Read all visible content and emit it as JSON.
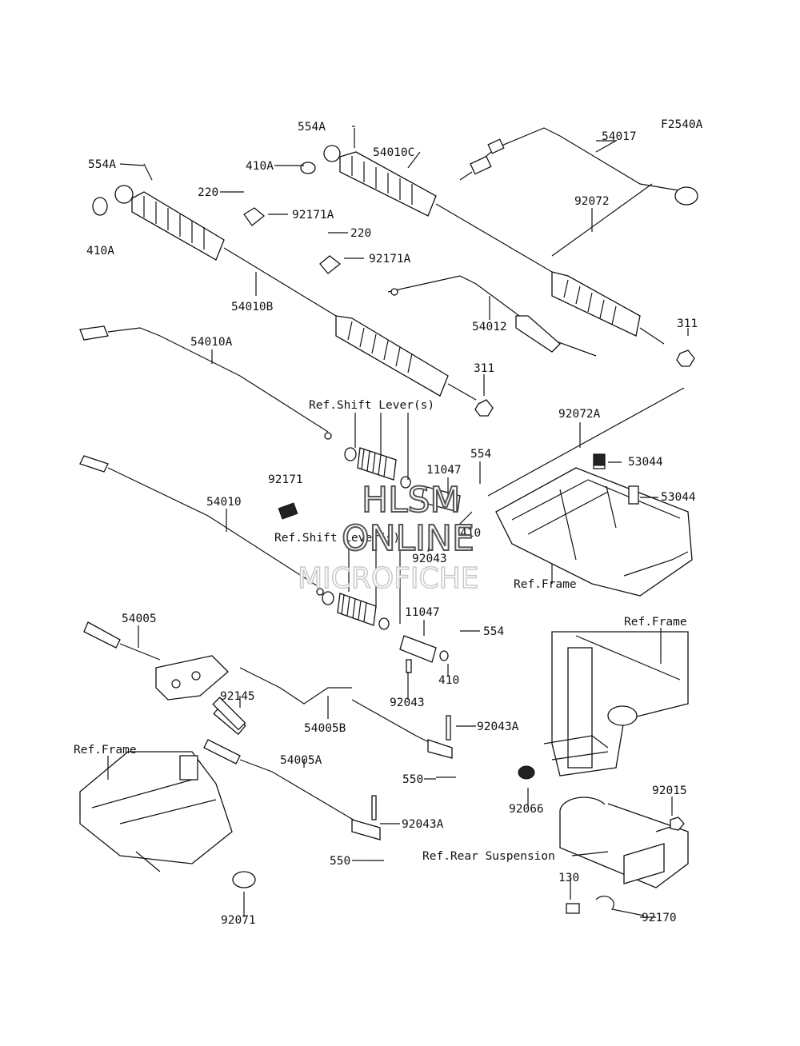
{
  "figure_code": "F2540A",
  "part_labels": {
    "p554A_1": "554A",
    "p554A_2": "554A",
    "p410A_1": "410A",
    "p410A_2": "410A",
    "p220_1": "220",
    "p220_2": "220",
    "p92171A_1": "92171A",
    "p92171A_2": "92171A",
    "p54010C": "54010C",
    "p54017": "54017",
    "p92072": "92072",
    "p54010B": "54010B",
    "p54012": "54012",
    "p311_1": "311",
    "p311_2": "311",
    "p54010A": "54010A",
    "p92072A": "92072A",
    "p554_1": "554",
    "p11047_1": "11047",
    "p53044_1": "53044",
    "p53044_2": "53044",
    "p92171": "92171",
    "p54010": "54010",
    "p410_1": "410",
    "p92043_1": "92043",
    "p11047_2": "11047",
    "p554_2": "554",
    "p410_2": "410",
    "p54005": "54005",
    "p92145": "92145",
    "p92043_2": "92043",
    "p54005B": "54005B",
    "p92043A_1": "92043A",
    "p550_1": "550",
    "p54005A": "54005A",
    "p92043A_2": "92043A",
    "p550_2": "550",
    "p92066": "92066",
    "p92015": "92015",
    "p130": "130",
    "p92170": "92170",
    "p92071": "92071"
  },
  "reference_labels": {
    "shift_lever_1": "Ref.Shift Lever(s)",
    "shift_lever_2": "Ref.Shift Lever(s)",
    "frame_1": "Ref.Frame",
    "frame_2": "Ref.Frame",
    "frame_3": "Ref.Frame",
    "rear_suspension": "Ref.Rear Suspension"
  },
  "watermark": {
    "line1": "HLSM",
    "line2": "ONLINE",
    "line3": "MICROFICHE"
  }
}
